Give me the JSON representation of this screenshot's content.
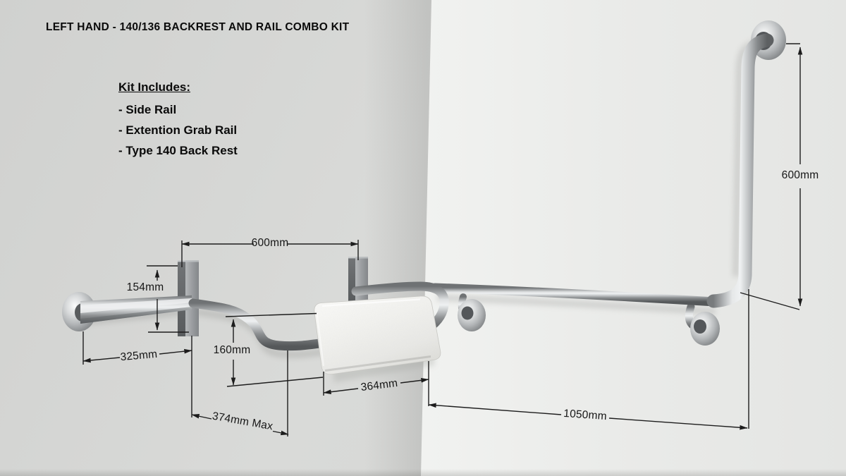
{
  "title": "LEFT HAND - 140/136 BACKREST AND RAIL COMBO KIT",
  "kit": {
    "heading": "Kit Includes:",
    "items": [
      "- Side Rail",
      "- Extention Grab Rail",
      "- Type 140 Back Rest"
    ]
  },
  "dimensions": {
    "bracket_spacing": "600mm",
    "bracket_height": "154mm",
    "side_rail_projection": "325mm",
    "backrest_drop": "160mm",
    "backrest_pad_width": "364mm",
    "max_projection": "374mm Max",
    "extension_rail_run": "1050mm",
    "vertical_rail_rise": "600mm"
  },
  "colors": {
    "wall_left": "#d6d7d5",
    "wall_right": "#ebecea",
    "rail_metal_light": "#eef0f1",
    "rail_metal_dark": "#6f7274",
    "backrest_pad": "#f2f2ef",
    "dimension_line": "#1d1d1d",
    "text": "#0a0a0a"
  }
}
